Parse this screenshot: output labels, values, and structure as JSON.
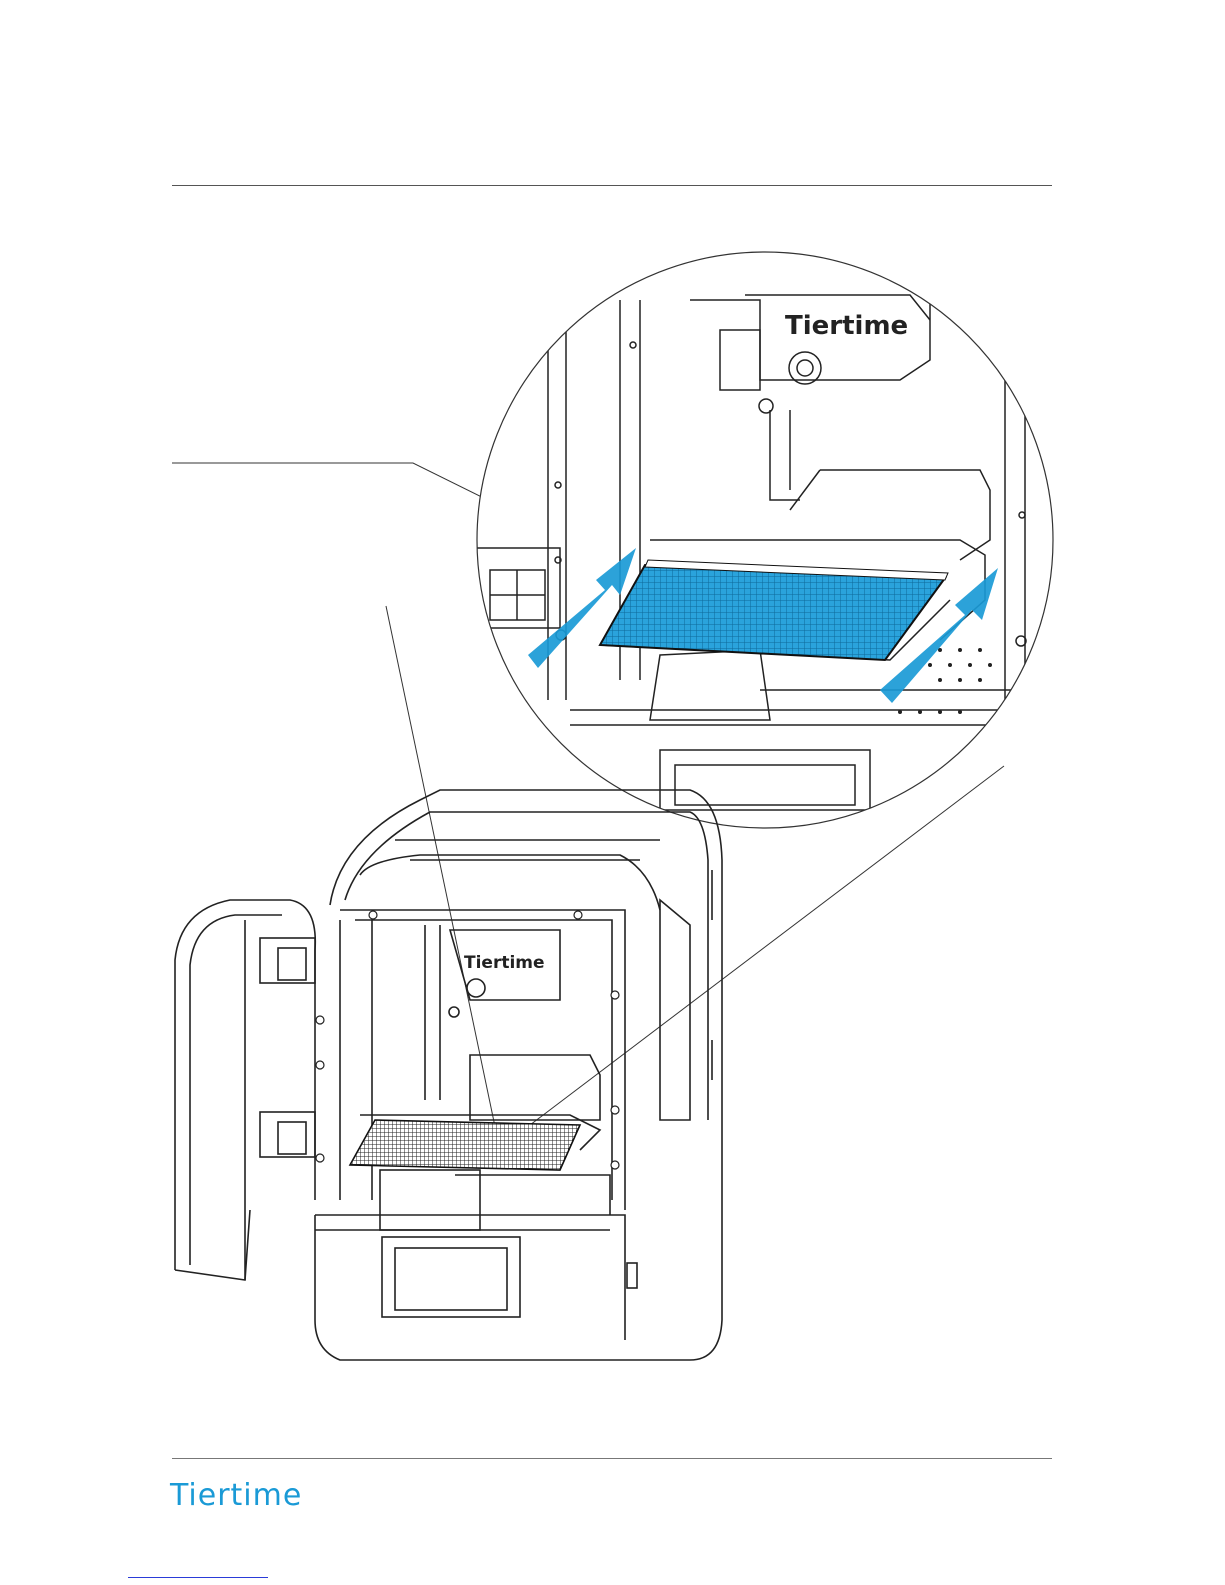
{
  "page": {
    "brand_footer": "Tiertime",
    "accent_color": "#1a9ad6",
    "rule_color": "#555555"
  },
  "illustration": {
    "printer_label": "Tiertime",
    "zoom_label": "Tiertime",
    "arrows": [
      "insert-arrow-left",
      "insert-arrow-right"
    ]
  }
}
